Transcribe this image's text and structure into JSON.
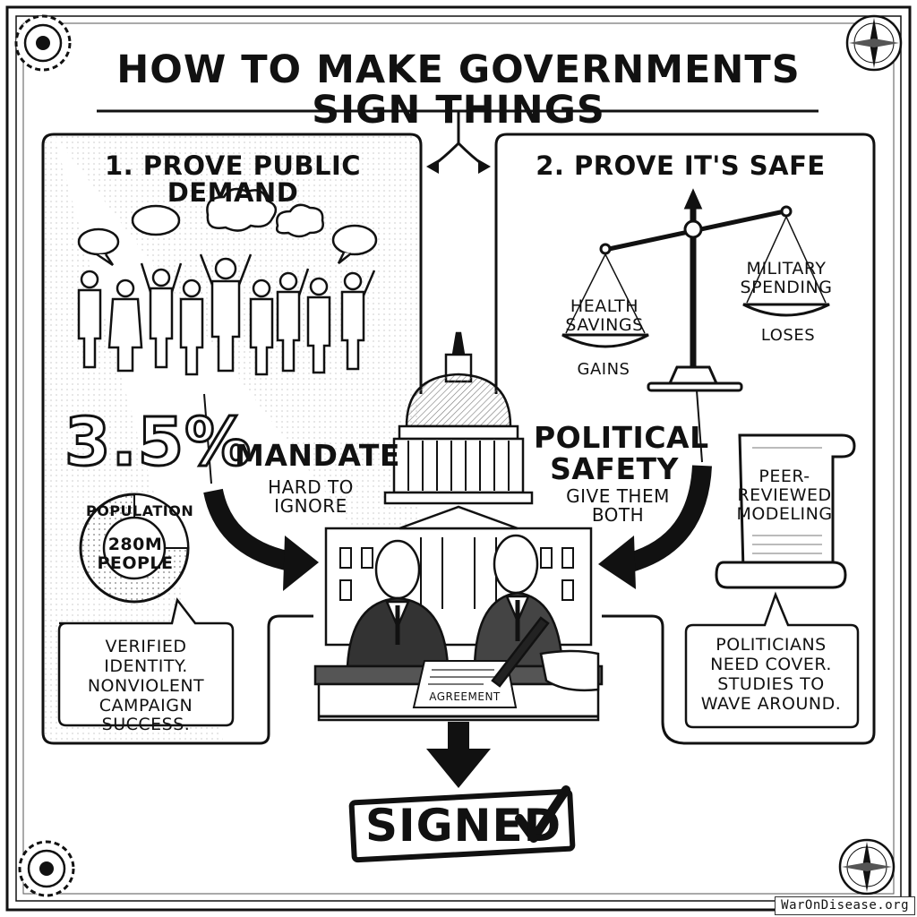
{
  "title": "HOW TO MAKE GOVERNMENTS SIGN THINGS",
  "left": {
    "heading": "1. PROVE PUBLIC DEMAND",
    "big_number": "3.5%",
    "mandate_title": "MANDATE",
    "mandate_sub": "HARD TO IGNORE",
    "population_label": "POPULATION",
    "population_value": "280M PEOPLE",
    "note": "VERIFIED IDENTITY. NONVIOLENT CAMPAIGN SUCCESS."
  },
  "right": {
    "heading": "2. PROVE IT'S SAFE",
    "scale_left_label": "HEALTH SAVINGS",
    "scale_left_result": "GAINS",
    "scale_right_label": "MILITARY SPENDING",
    "scale_right_result": "LOSES",
    "political_title": "POLITICAL SAFETY",
    "political_sub": "GIVE THEM BOTH",
    "scroll_text": "PEER-REVIEWED MODELING",
    "note": "POLITICIANS NEED COVER. STUDIES TO WAVE AROUND."
  },
  "center": {
    "document_label": "AGREEMENT",
    "result": "SIGNED"
  },
  "watermark": "WarOnDisease.org",
  "colors": {
    "ink": "#111111",
    "paper": "#ffffff",
    "shade": "#e6e6e6"
  },
  "icons": [
    "crowd-icon",
    "speech-bubble-icon",
    "thought-cloud-icon",
    "pie-chart-icon",
    "capitol-building-icon",
    "balance-scale-icon",
    "scroll-icon",
    "pen-icon",
    "check-icon",
    "gear-icon",
    "compass-icon"
  ]
}
